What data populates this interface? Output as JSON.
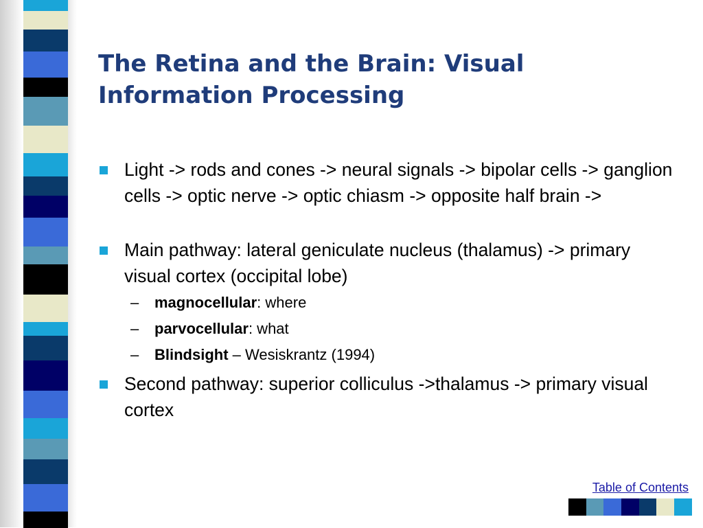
{
  "slide": {
    "title": "The Retina and the Brain: Visual Information Processing",
    "bullets": [
      {
        "text": "Light -> rods and cones -> neural signals -> bipolar cells -> ganglion cells -> optic nerve -> optic chiasm -> opposite half brain  ->"
      },
      {
        "text": "Main pathway:  lateral geniculate nucleus (thalamus) -> primary visual cortex (occipital lobe)"
      },
      {
        "text": "Second pathway: superior colliculus ->thalamus -> primary visual cortex"
      }
    ],
    "subbullets": [
      {
        "dash": "–",
        "term": "magnocellular",
        "rest": ": where"
      },
      {
        "dash": "–",
        "term": "parvocellular",
        "rest": ":  what"
      },
      {
        "dash": "–",
        "term": "Blindsight",
        "rest": " – Wesiskrantz (1994)"
      }
    ]
  },
  "footer": {
    "toc_label": "Table of Contents",
    "swatch_colors": [
      "#000000",
      "#5a9ab5",
      "#3a6ad8",
      "#000066",
      "#0a3a6a",
      "#e8e8c8",
      "#1aa5d8"
    ]
  },
  "stripe_colors": [
    "#1aa5d8",
    "#e8e8c8",
    "#0a3a6a",
    "#3a6ad8",
    "#000000",
    "#5a9ab5",
    "#e8e8c8",
    "#1aa5d8",
    "#0a3a6a",
    "#000066",
    "#3a6ad8",
    "#5a9ab5",
    "#000000",
    "#e8e8c8",
    "#1aa5d8",
    "#0a3a6a",
    "#000066",
    "#3a6ad8",
    "#1aa5d8",
    "#5a9ab5",
    "#0a3a6a",
    "#3a6ad8",
    "#000000"
  ]
}
